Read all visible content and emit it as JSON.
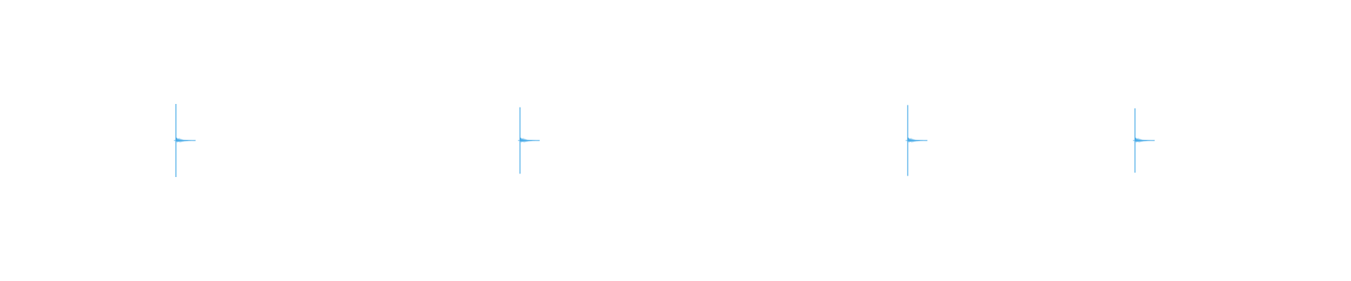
{
  "chart_data": {
    "type": "line",
    "title": "",
    "xlabel": "",
    "ylabel": "",
    "x_range": [
      0,
      1920
    ],
    "y_range": [
      -1,
      1
    ],
    "grid": false,
    "legend": "none",
    "series": [
      {
        "color": "#3ea6e6",
        "events": [
          {
            "x": 250,
            "peak": 1.0
          },
          {
            "x": 739,
            "peak": 0.91
          },
          {
            "x": 1290,
            "peak": 0.97
          },
          {
            "x": 1613,
            "peak": 0.88
          }
        ]
      }
    ]
  }
}
